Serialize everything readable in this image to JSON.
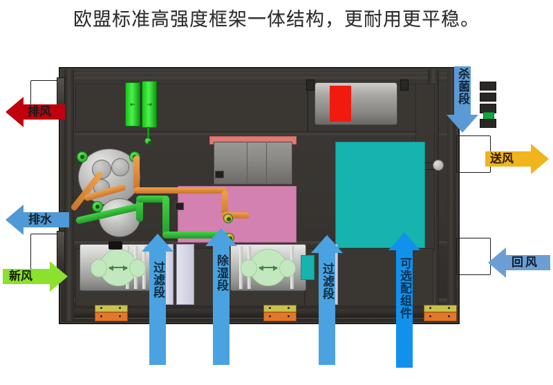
{
  "title": "欧盟标准高强度框架一体结构，更耐用更平稳。",
  "diagram": {
    "name": "air-handling-unit-cutaway",
    "airflow_labels": [
      {
        "id": "exhaust-air",
        "text": "排风",
        "direction": "left",
        "color": "#c0000c"
      },
      {
        "id": "drainage",
        "text": "排水",
        "direction": "left",
        "color": "#4f9ad6"
      },
      {
        "id": "fresh-air",
        "text": "新风",
        "direction": "right",
        "color": "#8ce02e"
      },
      {
        "id": "supply-air",
        "text": "送风",
        "direction": "right",
        "color": "#f0b41c"
      },
      {
        "id": "return-air",
        "text": "回风",
        "direction": "left",
        "color": "#6b9fd4"
      }
    ],
    "section_labels": [
      {
        "id": "sterilization-section",
        "text": "杀菌段",
        "direction": "down",
        "color": "#5b9bd5"
      },
      {
        "id": "filter-section-left",
        "text": "过滤段",
        "direction": "up",
        "color": "#4aa3e0"
      },
      {
        "id": "dehumidification-section",
        "text": "除湿段",
        "direction": "up",
        "color": "#4aa3e0"
      },
      {
        "id": "filter-section-right",
        "text": "过滤段",
        "direction": "up",
        "color": "#4aa3e0"
      },
      {
        "id": "optional-components",
        "text": "可选配组件",
        "direction": "up",
        "color": "#1191ec"
      }
    ],
    "components": {
      "heat_exchanger_panel_color": "#17b3ae",
      "dehumidifier_coil_color": "#d281b0",
      "heater_strip_color": "#e07a72",
      "damper_color": "#2fd42f",
      "fan_accent_color": "#f21a0e",
      "filter_color": "#d6d6e6",
      "copper_pipe_color": "#e08f3c",
      "refrigerant_pipe_color": "#2fb83a",
      "frame_color": "#383531",
      "foot_top_color": "#c9c24b",
      "foot_bottom_color": "#e2772a"
    }
  }
}
